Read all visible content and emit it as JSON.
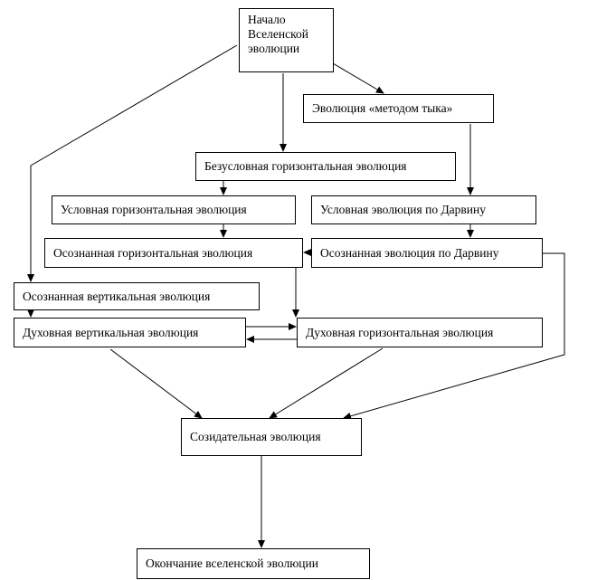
{
  "diagram": {
    "nodes": [
      {
        "id": "start",
        "label": "Начало\nВселенской\nэволюции"
      },
      {
        "id": "trial",
        "label": "Эволюция «методом тыка»"
      },
      {
        "id": "uncond_h",
        "label": "Безусловная горизонтальная эволюция"
      },
      {
        "id": "cond_h",
        "label": "Условная горизонтальная эволюция"
      },
      {
        "id": "cond_darwin",
        "label": "Условная эволюция по Дарвину"
      },
      {
        "id": "aware_h",
        "label": "Осознанная горизонтальная эволюция"
      },
      {
        "id": "aware_darwin",
        "label": "Осознанная эволюция по Дарвину"
      },
      {
        "id": "aware_v",
        "label": "Осознанная вертикальная эволюция"
      },
      {
        "id": "spirit_v",
        "label": "Духовная вертикальная эволюция"
      },
      {
        "id": "spirit_h",
        "label": "Духовная горизонтальная эволюция"
      },
      {
        "id": "creative",
        "label": "Созидательная эволюция"
      },
      {
        "id": "end",
        "label": "Окончание вселенской эволюции"
      }
    ],
    "edges": [
      {
        "from": "start",
        "to": "trial"
      },
      {
        "from": "start",
        "to": "uncond_h"
      },
      {
        "from": "start",
        "to": "aware_v"
      },
      {
        "from": "trial",
        "to": "cond_darwin"
      },
      {
        "from": "uncond_h",
        "to": "cond_h"
      },
      {
        "from": "cond_h",
        "to": "aware_h"
      },
      {
        "from": "cond_darwin",
        "to": "aware_darwin"
      },
      {
        "from": "aware_darwin",
        "to": "aware_h"
      },
      {
        "from": "aware_h",
        "to": "spirit_h"
      },
      {
        "from": "aware_v",
        "to": "spirit_v"
      },
      {
        "from": "spirit_v",
        "to": "spirit_h"
      },
      {
        "from": "spirit_h",
        "to": "spirit_v"
      },
      {
        "from": "aware_darwin",
        "to": "creative"
      },
      {
        "from": "spirit_v",
        "to": "creative"
      },
      {
        "from": "spirit_h",
        "to": "creative"
      },
      {
        "from": "creative",
        "to": "end"
      }
    ]
  }
}
